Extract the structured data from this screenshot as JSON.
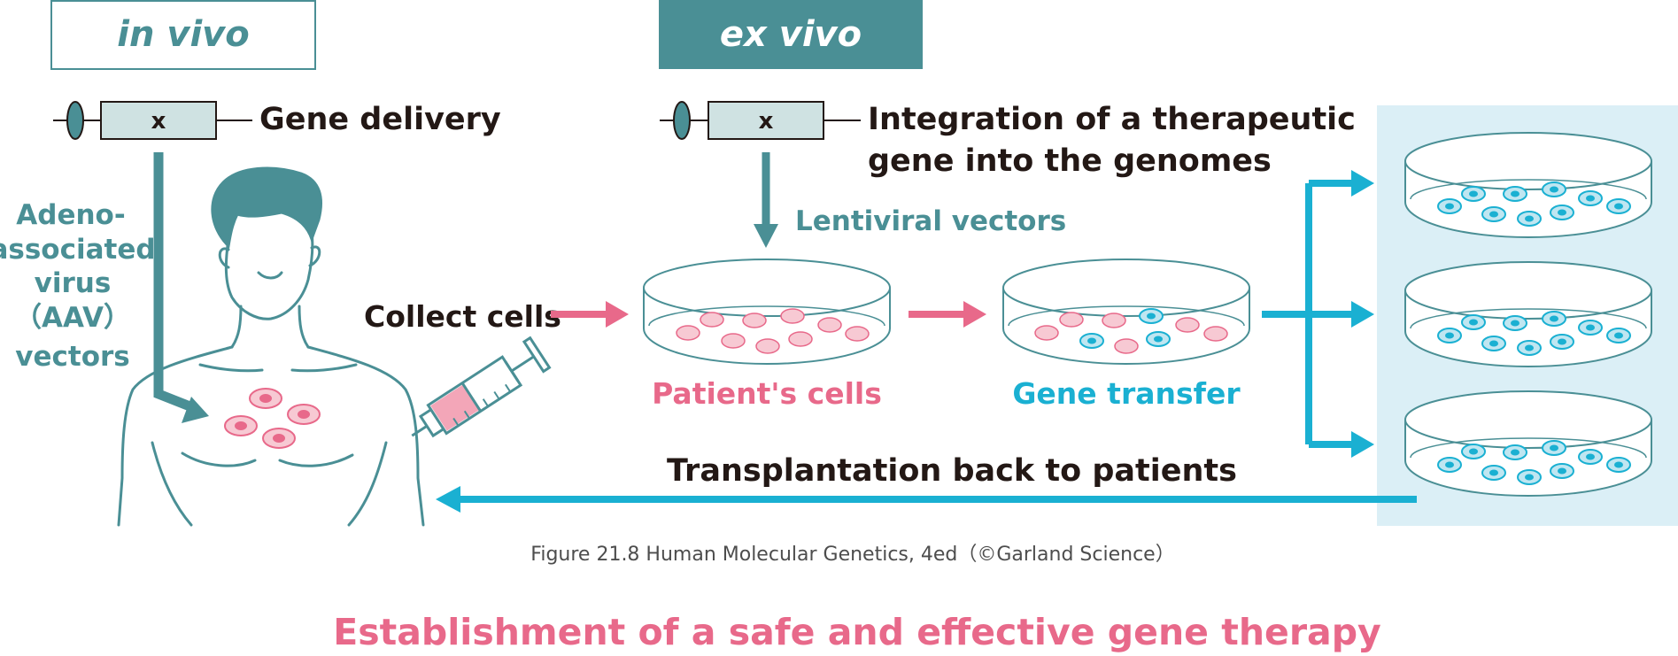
{
  "labels": {
    "in_vivo": "in vivo",
    "ex_vivo": "ex vivo",
    "gene_symbol_left": "x",
    "gene_symbol_right": "x",
    "gene_delivery": "Gene delivery",
    "integration_line1": "Integration of a therapeutic",
    "integration_line2": "gene into the genomes",
    "lentiviral": "Lentiviral vectors",
    "aav_line1": "Adeno-",
    "aav_line2": "associated",
    "aav_line3": "virus",
    "aav_line4": "（AAV）",
    "aav_line5": "vectors",
    "collect_cells": "Collect cells",
    "patients_cells": "Patient's cells",
    "gene_transfer": "Gene transfer",
    "transplantation": "Transplantation back to patients",
    "caption": "Figure 21.8 Human Molecular Genetics, 4ed（©Garland Science）",
    "footer_title": "Establishment of a safe and effective gene therapy"
  },
  "colors": {
    "teal": "#4a8f95",
    "teal_light": "#cfe2e2",
    "cyan": "#1ab0d2",
    "cyan_panel": "#dbeff6",
    "pink": "#e8698a",
    "pink_light": "#f7c9d3",
    "dark_text": "#231815",
    "caption_text": "#4d4d4d"
  },
  "icons": [
    "vector-construct-icon",
    "person-icon",
    "syringe-icon",
    "petri-dish-icon",
    "arrow-icon"
  ]
}
